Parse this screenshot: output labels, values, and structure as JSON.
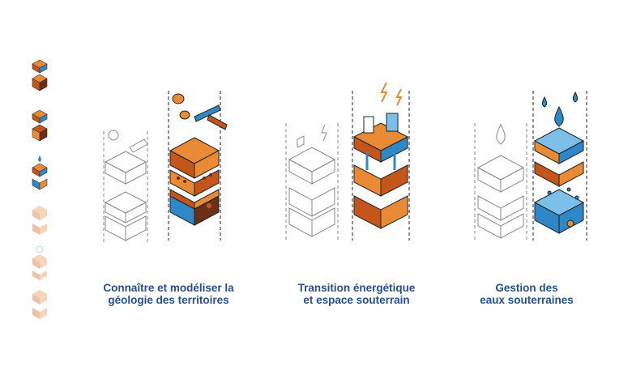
{
  "colors": {
    "orange": "#e98a34",
    "dark_orange": "#c4561c",
    "blue": "#2f87c6",
    "light_blue": "#7cc0ea",
    "brown": "#6b2e17",
    "caption_blue": "#2a4f86",
    "sketch_gray": "#8a8a8a"
  },
  "sidebar": {
    "thumbnails": [
      {
        "icon": "geology-thumbnail-icon",
        "active": true
      },
      {
        "icon": "energy-thumbnail-icon",
        "active": true
      },
      {
        "icon": "water-thumbnail-icon",
        "active": true
      },
      {
        "icon": "faded-thumbnail-icon",
        "active": false
      },
      {
        "icon": "faded-thumbnail-icon",
        "active": false
      },
      {
        "icon": "faded-thumbnail-icon",
        "active": false
      }
    ]
  },
  "panels": [
    {
      "icon": "geology-hammer-icon",
      "caption_line1": "Connaître et modéliser la",
      "caption_line2": "géologie des territoires"
    },
    {
      "icon": "energy-underground-icon",
      "caption_line1": "Transition énergétique",
      "caption_line2": "et espace souterrain"
    },
    {
      "icon": "groundwater-drops-icon",
      "caption_line1": "Gestion des",
      "caption_line2": "eaux souterraines"
    }
  ]
}
